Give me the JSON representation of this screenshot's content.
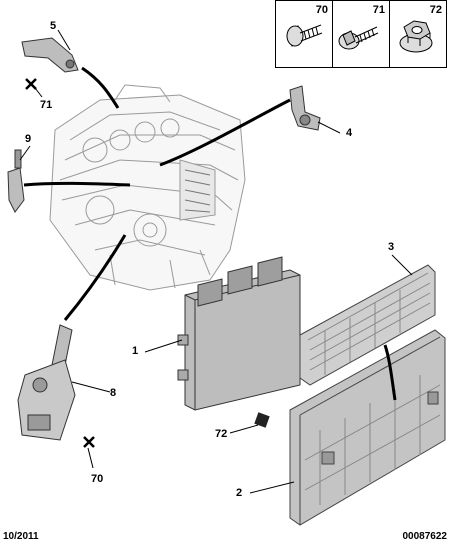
{
  "legend": [
    {
      "ref": "70",
      "icon": "flanged-bolt-icon"
    },
    {
      "ref": "71",
      "icon": "washer-screw-icon"
    },
    {
      "ref": "72",
      "icon": "flange-nut-icon"
    }
  ],
  "callouts": {
    "c5": "5",
    "c71": "71",
    "c9": "9",
    "c4": "4",
    "c3": "3",
    "c1": "1",
    "c8": "8",
    "c72": "72",
    "c70": "70",
    "c2": "2"
  },
  "footer": {
    "date": "10/2011",
    "ref": "00087622"
  }
}
